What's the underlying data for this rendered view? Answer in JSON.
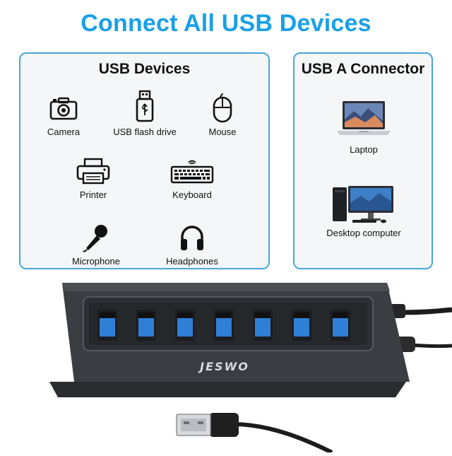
{
  "heading": "Connect All USB Devices",
  "usb_devices": {
    "title": "USB Devices",
    "items": [
      {
        "label": "Camera",
        "icon": "camera-icon"
      },
      {
        "label": "USB flash drive",
        "icon": "usb-flash-drive-icon"
      },
      {
        "label": "Mouse",
        "icon": "mouse-icon"
      },
      {
        "label": "Printer",
        "icon": "printer-icon"
      },
      {
        "label": "Keyboard",
        "icon": "keyboard-icon"
      },
      {
        "label": "Microphone",
        "icon": "microphone-icon"
      },
      {
        "label": "Headphones",
        "icon": "headphones-icon"
      }
    ]
  },
  "usb_a_connector": {
    "title": "USB A Connector",
    "items": [
      {
        "label": "Laptop"
      },
      {
        "label": "Desktop computer"
      }
    ]
  },
  "product": {
    "brand_logo": "JESWO",
    "port_count": 7
  },
  "colors": {
    "heading": "#1aa0e6",
    "panel_border": "#4aa6dc",
    "hub_body": "#3a3d41",
    "usb_port": "#2f7fd6"
  }
}
